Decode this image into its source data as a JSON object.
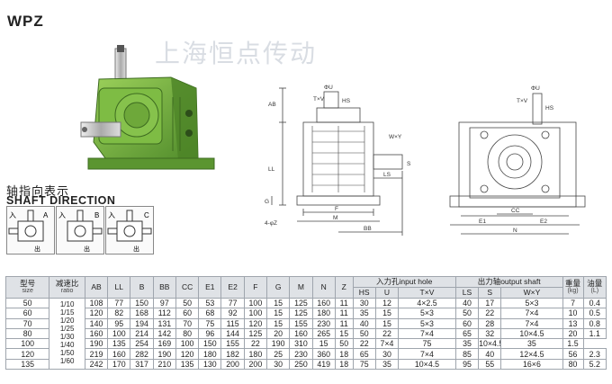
{
  "title": "WPZ",
  "watermark": "上海恒点传动",
  "shaft_direction": {
    "label_cn": "轴指向表示",
    "label_en": "SHAFT DIRECTION",
    "boxes": [
      {
        "letter": "A",
        "in": "入",
        "out": "出"
      },
      {
        "letter": "B",
        "in": "入",
        "out": "出"
      },
      {
        "letter": "C",
        "in": "入",
        "out": "出"
      }
    ]
  },
  "drawing": {
    "side": {
      "labels": [
        "AB",
        "LL",
        "G",
        "4-φZ",
        "ΦU",
        "T×V",
        "HS",
        "F",
        "M",
        "W×Y",
        "S",
        "LS",
        "BB"
      ]
    },
    "front": {
      "labels": [
        "ΦU",
        "T×V",
        "HS",
        "CC",
        "E1",
        "E2",
        "N"
      ]
    }
  },
  "table": {
    "headers": {
      "model": "型号",
      "model_en": "size",
      "ratio": "减速比",
      "ratio_en": "ratio",
      "dims": [
        "AB",
        "LL",
        "B",
        "BB",
        "CC",
        "E1",
        "E2",
        "F",
        "G",
        "M",
        "N",
        "Z"
      ],
      "input": "入力孔input hole",
      "input_cols": [
        "HS",
        "U",
        "T×V"
      ],
      "output": "出力轴output shaft",
      "output_cols": [
        "LS",
        "S",
        "W×Y"
      ],
      "weight": "重量",
      "weight_unit": "(kg)",
      "oil": "油量",
      "oil_unit": "(L)"
    },
    "ratios": [
      "1/10",
      "1/15",
      "1/20",
      "1/25",
      "1/30",
      "1/40",
      "1/50",
      "1/60"
    ],
    "rows": [
      {
        "size": "50",
        "dims": [
          "108",
          "77",
          "150",
          "97",
          "50",
          "53",
          "77",
          "100",
          "15",
          "125",
          "160",
          "11"
        ],
        "in": [
          "30",
          "12",
          "4×2.5"
        ],
        "out": [
          "40",
          "17",
          "5×3"
        ],
        "weight": "7",
        "oil": "0.4"
      },
      {
        "size": "60",
        "dims": [
          "120",
          "82",
          "168",
          "112",
          "60",
          "68",
          "92",
          "100",
          "15",
          "125",
          "180",
          "11"
        ],
        "in": [
          "35",
          "15",
          "5×3"
        ],
        "out": [
          "50",
          "22",
          "7×4"
        ],
        "weight": "10",
        "oil": "0.5"
      },
      {
        "size": "70",
        "dims": [
          "140",
          "95",
          "194",
          "131",
          "70",
          "75",
          "115",
          "120",
          "15",
          "155",
          "230",
          "11"
        ],
        "in": [
          "40",
          "15",
          "5×3"
        ],
        "out": [
          "60",
          "28",
          "7×4"
        ],
        "weight": "13",
        "oil": "0.8"
      },
      {
        "size": "80",
        "dims": [
          "160",
          "100",
          "214",
          "142",
          "80",
          "96",
          "144",
          "125",
          "20",
          "160",
          "265",
          "15"
        ],
        "in": [
          "50",
          "22",
          "7×4"
        ],
        "out": [
          "65",
          "32",
          "10×4.5"
        ],
        "weight": "20",
        "oil": "1.1"
      },
      {
        "size": "100",
        "dims": [
          "190",
          "135",
          "254",
          "169",
          "100",
          "150",
          "155",
          "22",
          "190",
          "310",
          "15"
        ],
        "in": [
          "50",
          "22",
          "7×4"
        ],
        "out": [
          "75",
          "35",
          "10×4.5"
        ],
        "weight": "35",
        "oil": "1.5"
      },
      {
        "size": "120",
        "dims": [
          "219",
          "160",
          "282",
          "190",
          "120",
          "180",
          "182",
          "180",
          "25",
          "230",
          "360",
          "18"
        ],
        "in": [
          "65",
          "30",
          "7×4"
        ],
        "out": [
          "85",
          "40",
          "12×4.5"
        ],
        "weight": "56",
        "oil": "2.3"
      },
      {
        "size": "135",
        "dims": [
          "242",
          "170",
          "317",
          "210",
          "135",
          "130",
          "200",
          "200",
          "30",
          "250",
          "419",
          "18"
        ],
        "in": [
          "75",
          "35",
          "10×4.5"
        ],
        "out": [
          "95",
          "55",
          "16×6"
        ],
        "weight": "80",
        "oil": "5.2"
      }
    ]
  },
  "colors": {
    "gearbox_green": "#6fa83b",
    "header_gray": "#dfe2e6",
    "drawing_line": "#444444"
  }
}
